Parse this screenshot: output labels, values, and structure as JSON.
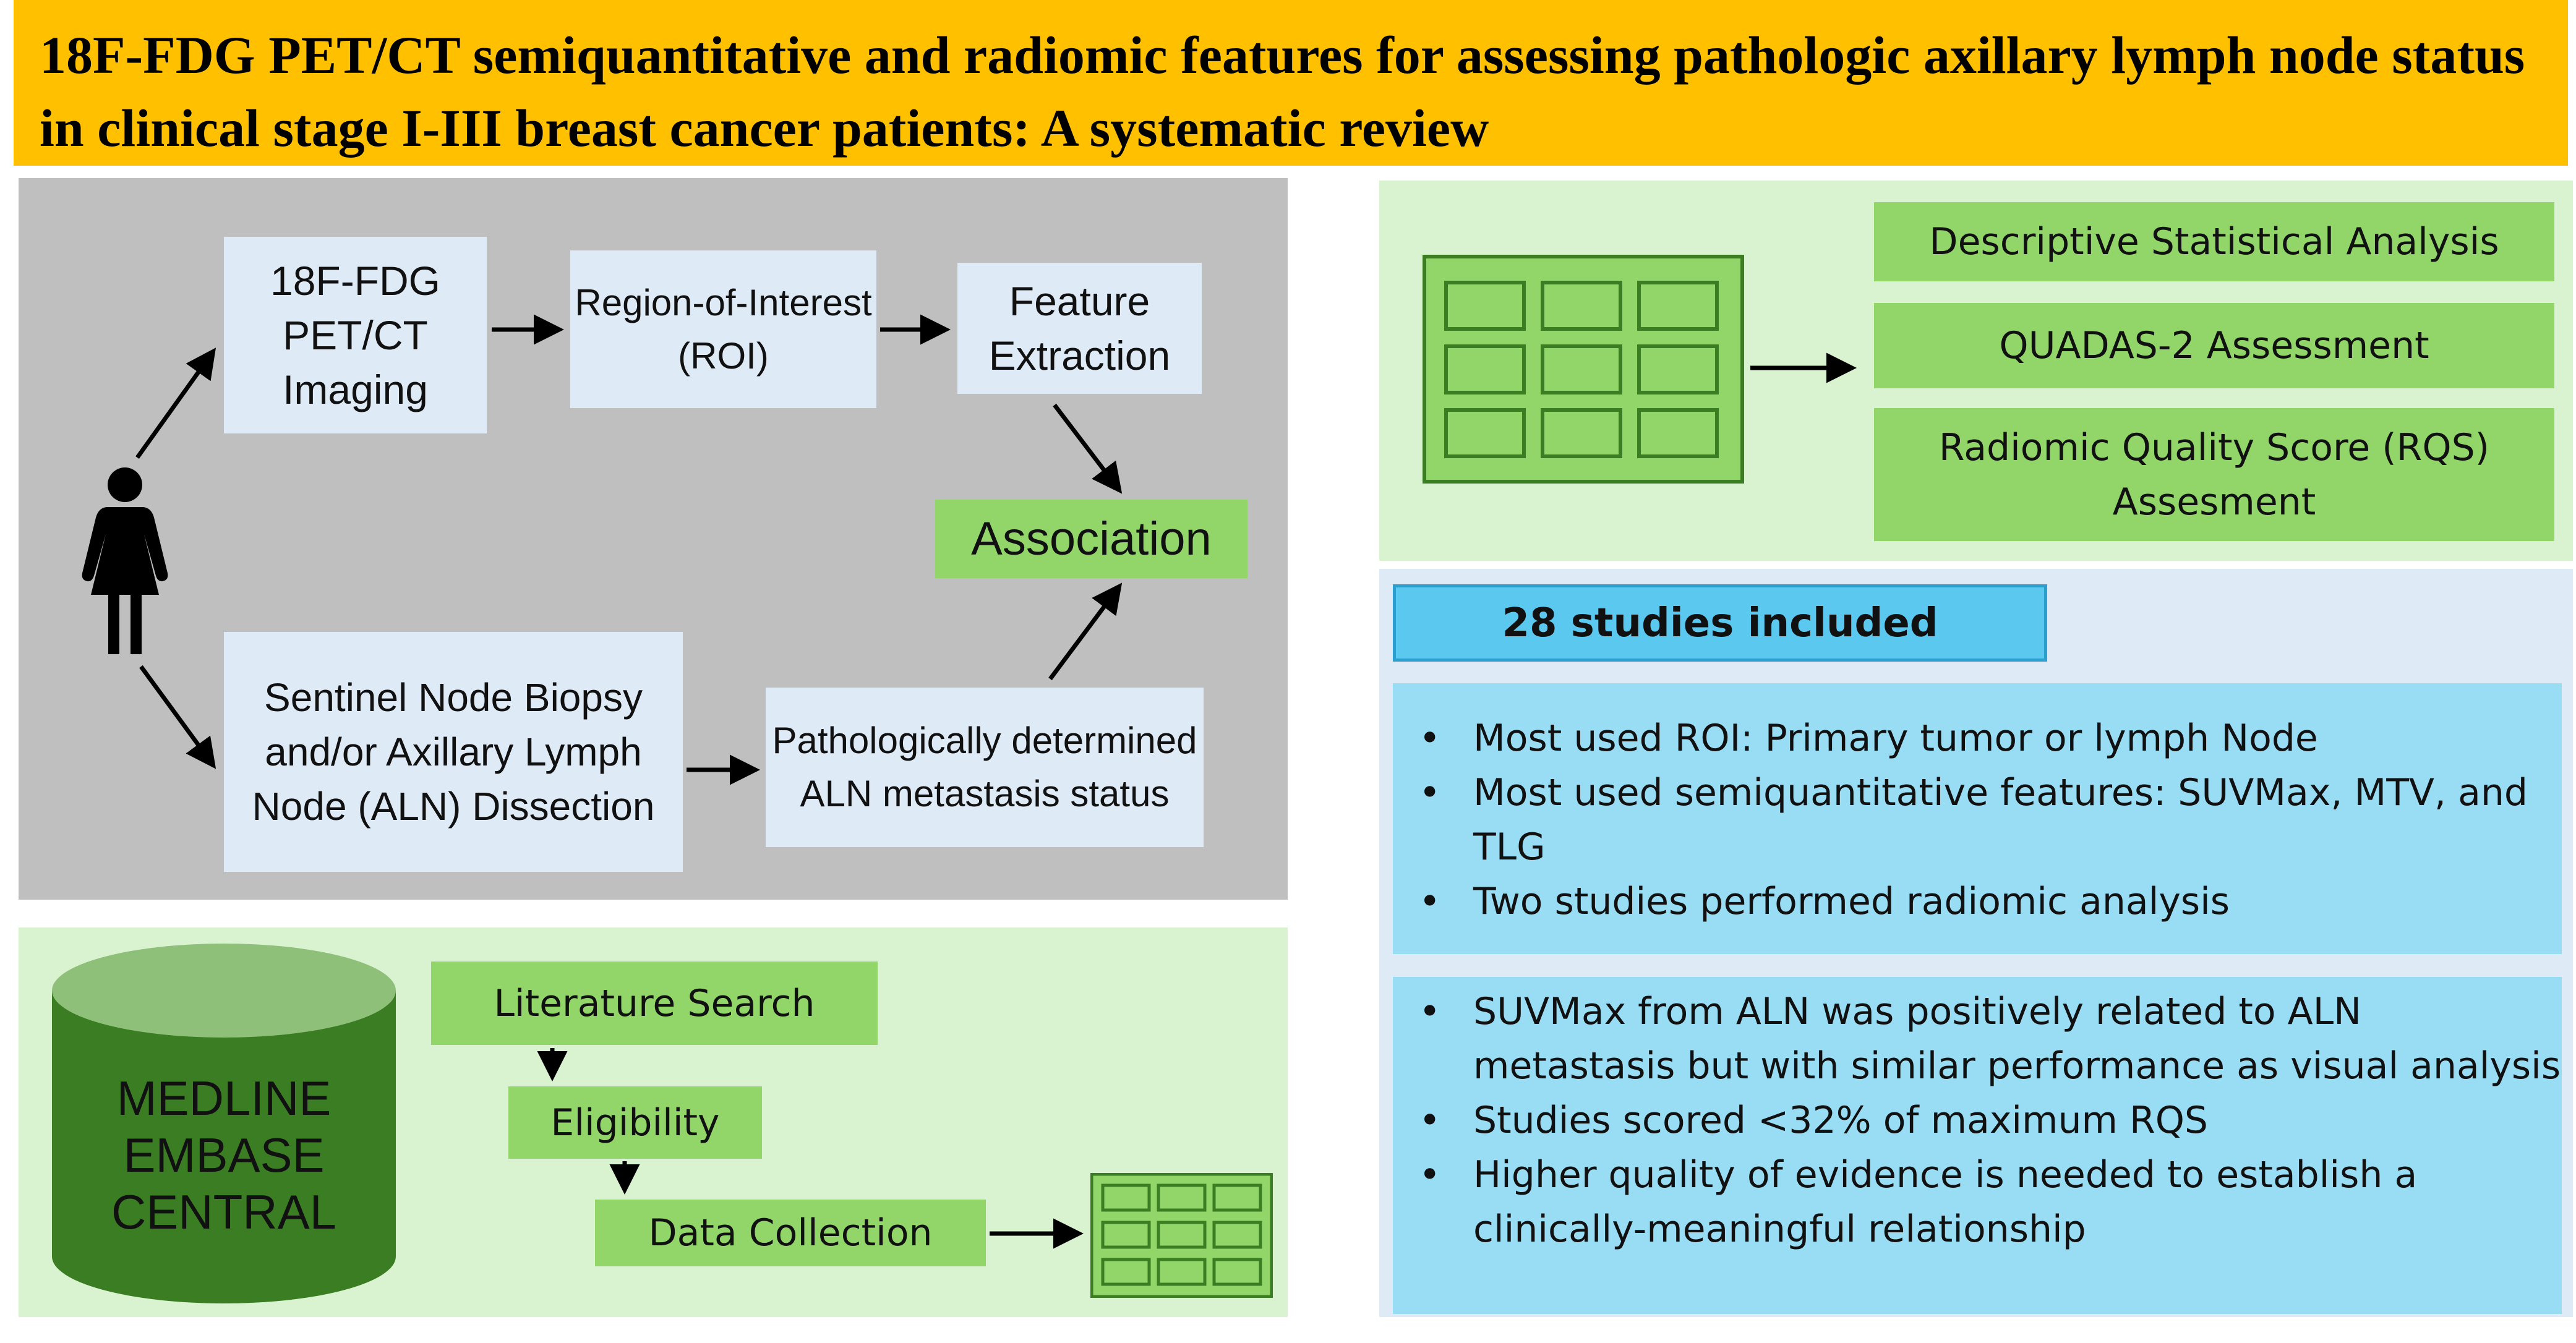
{
  "title": "18F-FDG PET/CT semiquantitative and radiomic features for assessing pathologic axillary lymph node status in clinical stage I-III breast cancer patients: A systematic review",
  "workflow": {
    "imaging": "18F-FDG PET/CT Imaging",
    "roi": "Region-of-Interest (ROI)",
    "feature_extraction": "Feature Extraction",
    "association": "Association",
    "biopsy": "Sentinel Node Biopsy and/or Axillary Lymph Node (ALN) Dissection",
    "pathology": "Pathologically determined ALN metastasis status",
    "patient_icon": "woman-icon"
  },
  "search": {
    "databases": [
      "MEDLINE",
      "EMBASE",
      "CENTRAL"
    ],
    "steps": [
      "Literature Search",
      "Eligibility",
      "Data Collection"
    ],
    "database_icon": "database-cylinder-icon",
    "table_icon": "table-grid-icon"
  },
  "analysis": {
    "items": [
      "Descriptive Statistical Analysis",
      "QUADAS-2 Assessment",
      "Radiomic Quality Score (RQS) Assesment"
    ],
    "table_icon": "table-grid-icon"
  },
  "results": {
    "header": "28 studies included",
    "methods_bullets": [
      "Most used ROI: Primary tumor or lymph Node",
      "Most used semiquantitative features: SUVMax, MTV, and TLG",
      "Two studies performed radiomic analysis"
    ],
    "findings_bullets": [
      "SUVMax from ALN was positively related to ALN metastasis but with similar performance as visual analysis",
      "Studies scored <32% of maximum RQS",
      "Higher quality of evidence is needed to establish a clinically-meaningful relationship"
    ]
  },
  "colors": {
    "title_bg": "#ffc000",
    "gray_panel": "#bfbfbf",
    "light_blue_box": "#deebf7",
    "light_green_panel": "#d9f2d0",
    "green_box": "#92d669",
    "dark_green": "#3a7d22",
    "cyan_box": "#99ddf5",
    "header_cyan": "#5bc8f0"
  }
}
